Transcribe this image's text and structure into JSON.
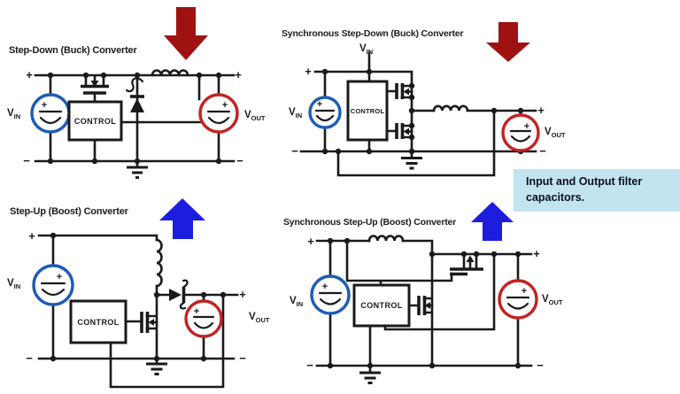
{
  "callout": {
    "text": "Input and Output filter capacitors."
  },
  "symbols": {
    "plus": "+",
    "minus": "−"
  },
  "labels": {
    "v": "V",
    "in": "IN",
    "out": "OUT",
    "control": "CONTROL"
  },
  "colors": {
    "wire": "#1a1a1a",
    "vin": "#1e5cb3",
    "vout": "#c32222",
    "arrow_down": "#9e1212",
    "arrow_up": "#1d1ddd",
    "callout_bg": "#c2e4f1",
    "callout_text": "#0d0d20",
    "title": "#1c1c1c"
  },
  "circuits": {
    "buck": {
      "title": "Step-Down (Buck) Converter",
      "arrow": "down"
    },
    "sync_buck": {
      "title": "Synchronous Step-Down (Buck) Converter",
      "arrow": "down"
    },
    "boost": {
      "title": "Step-Up (Boost) Converter",
      "arrow": "up"
    },
    "sync_boost": {
      "title": "Synchronous Step-Up (Boost) Converter",
      "arrow": "up"
    }
  }
}
